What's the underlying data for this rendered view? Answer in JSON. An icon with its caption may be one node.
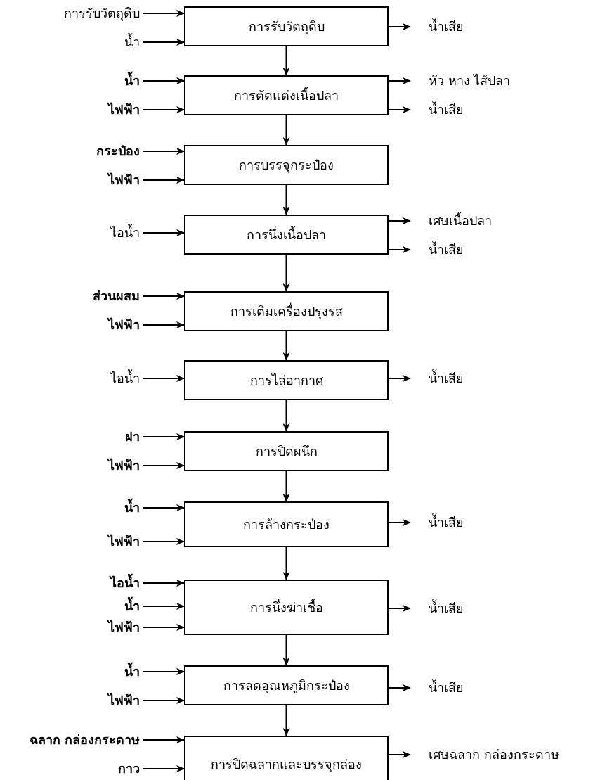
{
  "diagram": {
    "nodes": [
      {
        "text": [
          "การรับวัตถุดิบ"
        ]
      },
      {
        "text": [
          "การรับวัตถุดิบ"
        ]
      },
      {
        "text": [
          "น้ำ"
        ]
      },
      {
        "text": [
          "น้ำเสีย"
        ]
      },
      {
        "text": [
          "การตัดแต่งเนื้อปลา"
        ]
      },
      {
        "text": [
          "น้ำ"
        ]
      },
      {
        "text": [
          "ไฟฟ้า"
        ]
      },
      {
        "text": [
          "หัว หาง ไส้ปลา"
        ]
      },
      {
        "text": [
          "น้ำเสีย"
        ]
      },
      {
        "text": [
          "การบรรจุกระป๋อง"
        ]
      },
      {
        "text": [
          "กระป๋อง"
        ]
      },
      {
        "text": [
          "ไฟฟ้า"
        ]
      },
      {
        "text": [
          "การนึ่งเนื้อปลา"
        ]
      },
      {
        "text": [
          "ไอน้ำ"
        ]
      },
      {
        "text": [
          "เศษเนื้อปลา"
        ]
      },
      {
        "text": [
          "น้ำเสีย"
        ]
      },
      {
        "text": [
          "การเติมเครื่องปรุงรส"
        ]
      },
      {
        "text": [
          "ส่วนผสม"
        ]
      },
      {
        "text": [
          "ไฟฟ้า"
        ]
      },
      {
        "text": [
          "การไล่อากาศ"
        ]
      },
      {
        "text": [
          "ไอน้ำ"
        ]
      },
      {
        "text": [
          "น้ำเสีย"
        ]
      },
      {
        "text": [
          "การปิดผนึก"
        ]
      },
      {
        "text": [
          "ฝา"
        ]
      },
      {
        "text": [
          "ไฟฟ้า"
        ]
      },
      {
        "text": [
          "การล้างกระป๋อง"
        ]
      },
      {
        "text": [
          "น้ำ"
        ]
      },
      {
        "text": [
          "ไฟฟ้า"
        ]
      },
      {
        "text": [
          "น้ำเสีย"
        ]
      },
      {
        "text": [
          "การนึ่งฆ่าเชื้อ"
        ]
      },
      {
        "text": [
          "ไอน้ำ"
        ]
      },
      {
        "text": [
          "น้ำ"
        ]
      },
      {
        "text": [
          "ไฟฟ้า"
        ]
      },
      {
        "text": [
          "น้ำเสีย"
        ]
      },
      {
        "text": [
          "การลดอุณหภูมิกระป๋อง"
        ]
      },
      {
        "text": [
          "น้ำ"
        ]
      },
      {
        "text": [
          "ไฟฟ้า"
        ]
      },
      {
        "text": [
          "น้ำเสีย"
        ]
      },
      {
        "text": [
          "การปิดฉลากและบรรจุกล่อง"
        ]
      },
      {
        "text": [
          "ฉลาก กล่องกระดาษ"
        ]
      },
      {
        "text": [
          "กาว"
        ]
      },
      {
        "text": [
          "เศษฉลาก กล่องกระดาษ"
        ]
      }
    ],
    "edges": [
      {
        "from": 1,
        "to": 0,
        "arrow": "to"
      },
      {
        "from": 2,
        "to": 0,
        "arrow": "to"
      },
      {
        "from": 0,
        "to": 3,
        "arrow": "to"
      },
      {
        "from": 0,
        "to": 4,
        "arrow": "to"
      },
      {
        "from": 5,
        "to": 4,
        "arrow": "to"
      },
      {
        "from": 6,
        "to": 4,
        "arrow": "to"
      },
      {
        "from": 4,
        "to": 7,
        "arrow": "to"
      },
      {
        "from": 4,
        "to": 8,
        "arrow": "to"
      },
      {
        "from": 4,
        "to": 9,
        "arrow": "to"
      },
      {
        "from": 10,
        "to": 9,
        "arrow": "to"
      },
      {
        "from": 11,
        "to": 9,
        "arrow": "to"
      },
      {
        "from": 9,
        "to": 12,
        "arrow": "to"
      },
      {
        "from": 13,
        "to": 12,
        "arrow": "to"
      },
      {
        "from": 12,
        "to": 14,
        "arrow": "to"
      },
      {
        "from": 12,
        "to": 15,
        "arrow": "to"
      },
      {
        "from": 12,
        "to": 16,
        "arrow": "to"
      },
      {
        "from": 17,
        "to": 16,
        "arrow": "to"
      },
      {
        "from": 18,
        "to": 16,
        "arrow": "to"
      },
      {
        "from": 16,
        "to": 19,
        "arrow": "to"
      },
      {
        "from": 20,
        "to": 19,
        "arrow": "to"
      },
      {
        "from": 19,
        "to": 21,
        "arrow": "to"
      },
      {
        "from": 19,
        "to": 22,
        "arrow": "to"
      },
      {
        "from": 23,
        "to": 22,
        "arrow": "to"
      },
      {
        "from": 24,
        "to": 22,
        "arrow": "to"
      },
      {
        "from": 22,
        "to": 25,
        "arrow": "to"
      },
      {
        "from": 26,
        "to": 25,
        "arrow": "to"
      },
      {
        "from": 27,
        "to": 25,
        "arrow": "to"
      },
      {
        "from": 25,
        "to": 28,
        "arrow": "to"
      },
      {
        "from": 25,
        "to": 29,
        "arrow": "to"
      },
      {
        "from": 30,
        "to": 29,
        "arrow": "to"
      },
      {
        "from": 31,
        "to": 29,
        "arrow": "to"
      },
      {
        "from": 32,
        "to": 29,
        "arrow": "to"
      },
      {
        "from": 29,
        "to": 33,
        "arrow": "to"
      },
      {
        "from": 29,
        "to": 34,
        "arrow": "to"
      },
      {
        "from": 35,
        "to": 34,
        "arrow": "to"
      },
      {
        "from": 36,
        "to": 34,
        "arrow": "to"
      },
      {
        "from": 34,
        "to": 37,
        "arrow": "to"
      },
      {
        "from": 34,
        "to": 38,
        "arrow": "to"
      },
      {
        "from": 39,
        "to": 38,
        "arrow": "to"
      },
      {
        "from": 40,
        "to": 38,
        "arrow": "to"
      },
      {
        "from": 38,
        "to": 41,
        "arrow": "to"
      }
    ]
  }
}
